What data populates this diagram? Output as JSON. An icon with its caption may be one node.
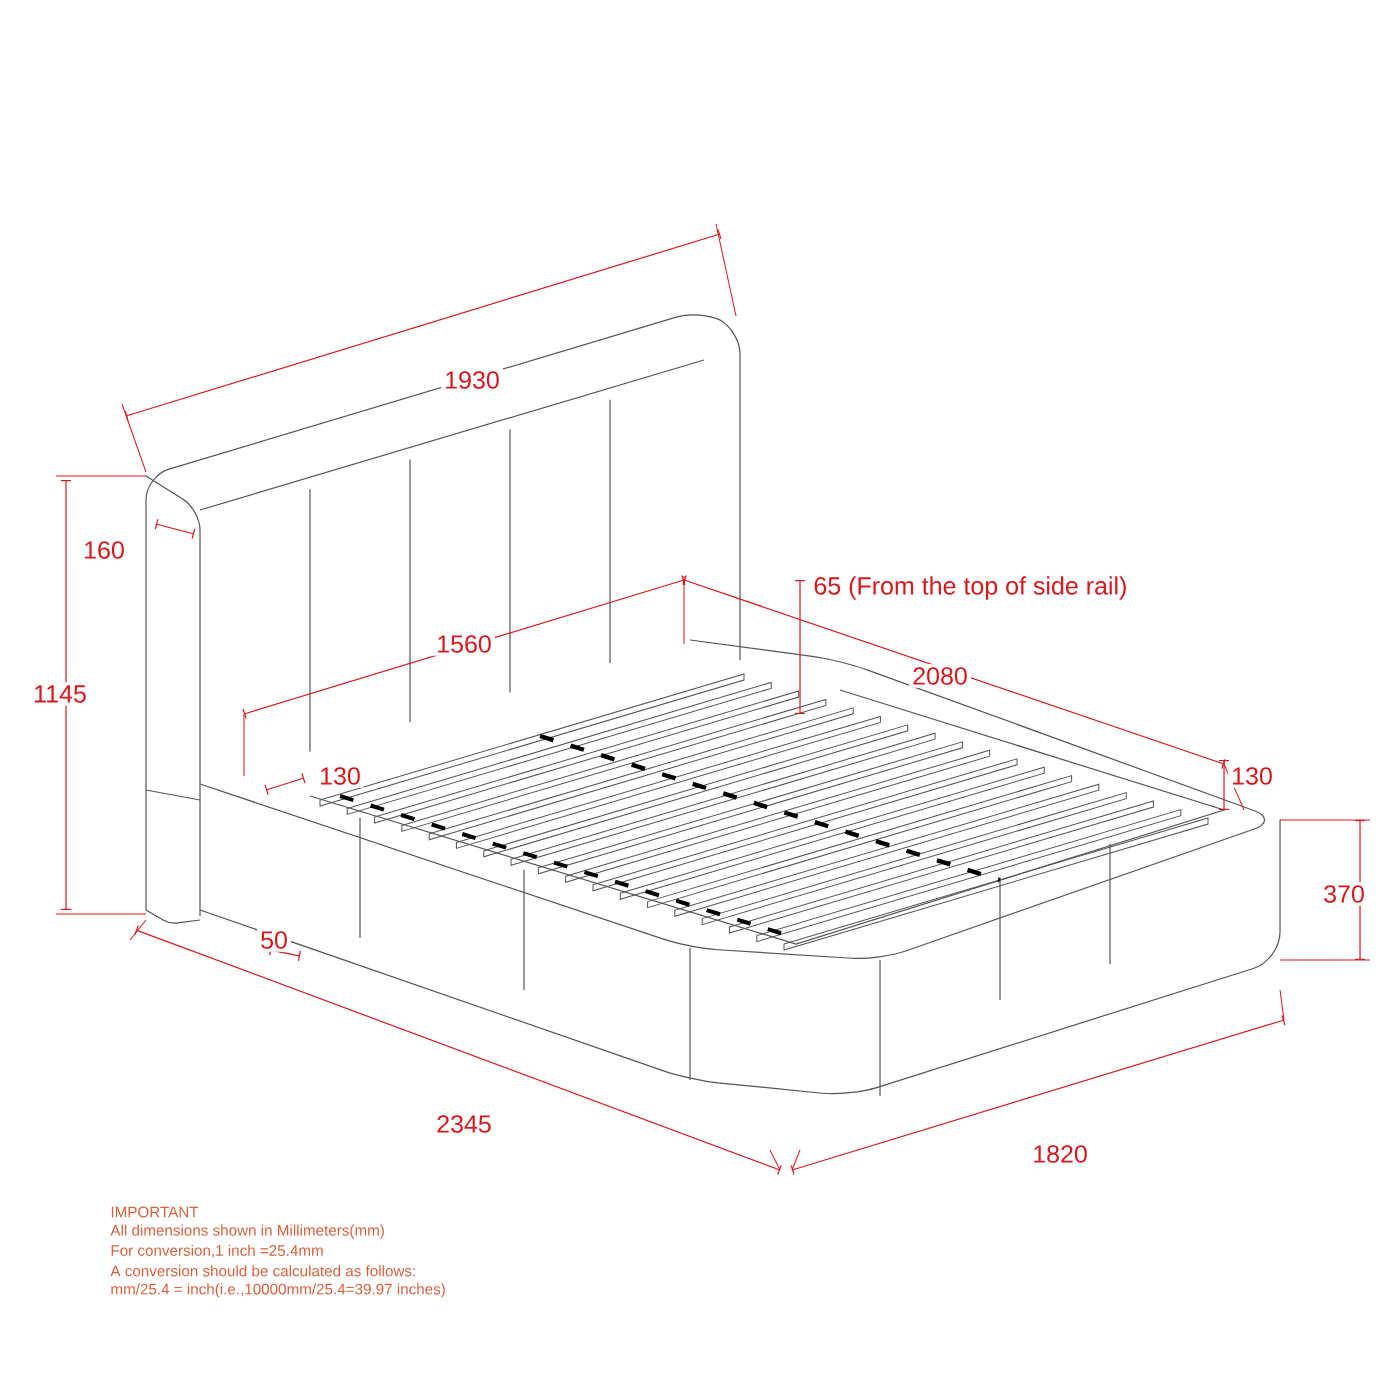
{
  "diagram": {
    "labels": [
      "1930",
      "160",
      "65 (From the top of side rail)",
      "1560",
      "2080",
      "1145",
      "130",
      "130",
      "370",
      "50",
      "2345",
      "1820",
      "IMPORTANT",
      "All dimensions shown in Millimeters(mm)",
      "For conversion,1 inch =25.4mm",
      "A conversion should be calculated as follows:",
      "mm/25.4 = inch(i.e.,10000mm/25.4=39.97 inches)"
    ]
  }
}
